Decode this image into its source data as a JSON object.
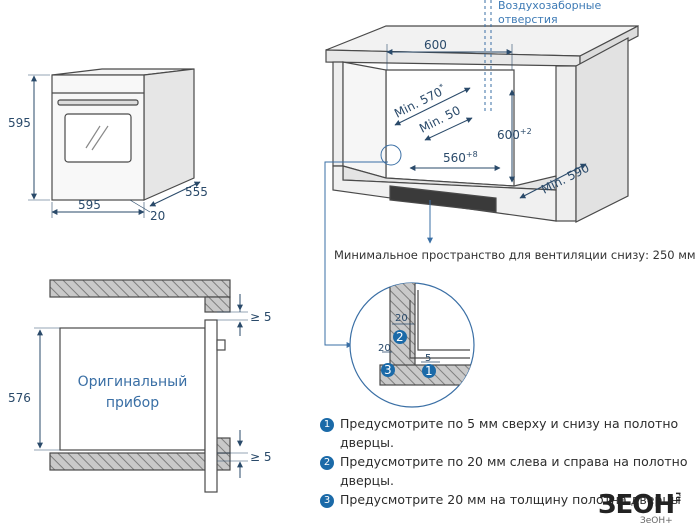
{
  "oven_front": {
    "height": "595",
    "width": "595",
    "depth": "555",
    "offset": "20"
  },
  "cabinet": {
    "top_width": "600",
    "min_depth_570": "Min. 570",
    "min_depth_570_sup": "*",
    "min_50": "Min. 50",
    "height_600": "600",
    "height_600_sup": "+2",
    "width_560": "560",
    "width_560_sup": "+8",
    "min_590": "Min. 590",
    "vent_label_line1": "Воздухозаборные",
    "vent_label_line2": "отверстия",
    "vent_min_text": "Минимальное пространство для вентиляции снизу: 250 мм"
  },
  "side_view": {
    "height": "576",
    "gap_top": "≥ 5",
    "gap_bottom": "≥ 5",
    "label_line1": "Оригинальный",
    "label_line2": "прибор"
  },
  "detail": {
    "dim_20_top": "20",
    "dim_20_left": "20",
    "dim_5": "5",
    "badge_1": "1",
    "badge_2": "2",
    "badge_3": "3"
  },
  "notes": [
    {
      "num": "1",
      "line1": "Предусмотрите по 5 мм сверху и снизу на полотно",
      "line2": "дверцы."
    },
    {
      "num": "2",
      "line1": "Предусмотрите по 20 мм слева и справа на полотно",
      "line2": "дверцы."
    },
    {
      "num": "3",
      "line1": "Предусмотрите 20 мм на толщину полотна дверцы",
      "line2": ""
    }
  ],
  "logo": {
    "text": "ЗЕОН",
    "small": "ru",
    "suffix": "ЗеОН+"
  },
  "colors": {
    "line": "#4a4a4a",
    "dim_line": "#2a4a6a",
    "accent": "#3a6fa5",
    "hatch": "#8c8c8c",
    "badge": "#1b6aa8"
  }
}
